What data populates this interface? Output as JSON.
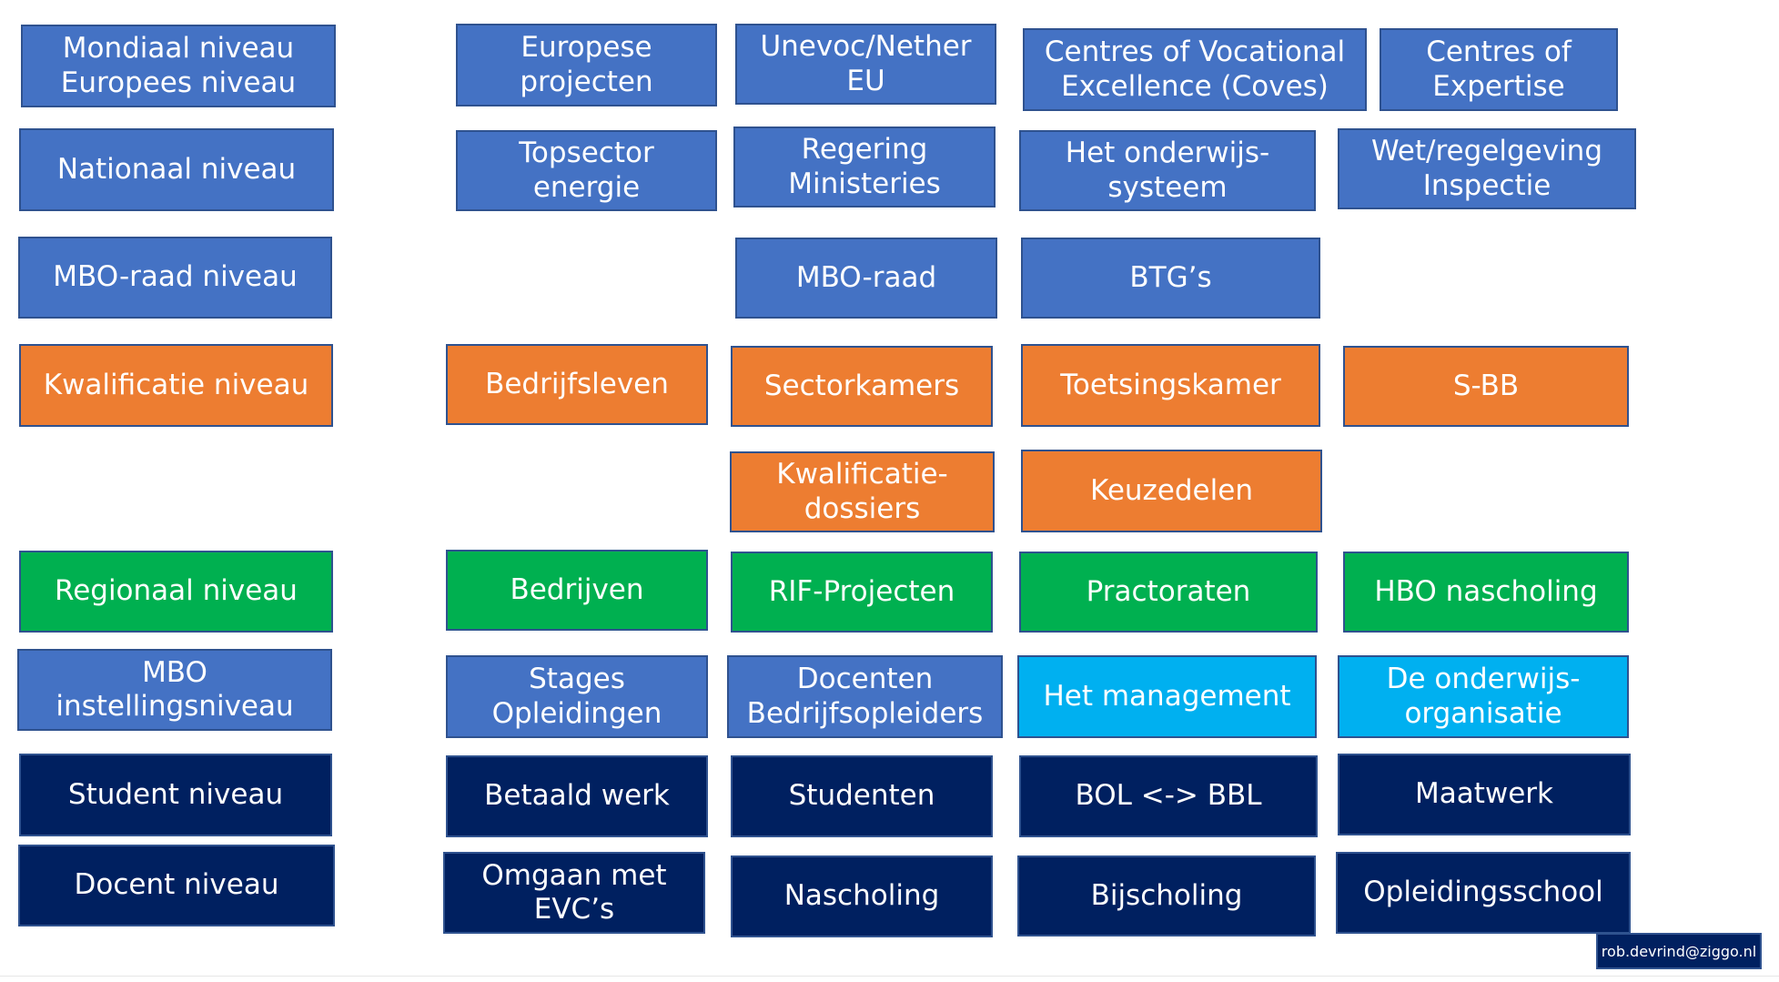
{
  "colors": {
    "blue": "#4472c4",
    "orange": "#ed7d31",
    "green": "#00b050",
    "cyan": "#00b0f0",
    "navy": "#002060",
    "border": "#2f528f"
  },
  "levels": {
    "mondiaal": "Mondiaal niveau\nEuropees niveau",
    "nationaal": "Nationaal niveau",
    "mboraad": "MBO-raad niveau",
    "kwalificatie": "Kwalificatie niveau",
    "regionaal": "Regionaal niveau",
    "instelling": "MBO\ninstellingsniveau",
    "student": "Student niveau",
    "docent": "Docent niveau"
  },
  "row1": {
    "europese_projecten": "Europese\nprojecten",
    "unevoc": "Unevoc/Nether\nEU",
    "coves": "Centres of Vocational\nExcellence (Coves)",
    "expertise": "Centres of\nExpertise"
  },
  "row2": {
    "topsector": "Topsector\nenergie",
    "regering": "Regering\nMinisteries",
    "onderwijssysteem": "Het onderwijs-\nsysteem",
    "wetregelgeving": "Wet/regelgeving\nInspectie"
  },
  "row3": {
    "mboraad": "MBO-raad",
    "btgs": "BTG’s"
  },
  "row4": {
    "bedrijfsleven": "Bedrijfsleven",
    "sectorkamers": "Sectorkamers",
    "toetsingskamer": "Toetsingskamer",
    "sbb": "S-BB"
  },
  "row5": {
    "kwalificatiedossiers": "Kwalificatie-\ndossiers",
    "keuzedelen": "Keuzedelen"
  },
  "row6": {
    "bedrijven": "Bedrijven",
    "rif": "RIF-Projecten",
    "practoraten": "Practoraten",
    "hbo": "HBO nascholing"
  },
  "row7": {
    "stages": "Stages\nOpleidingen",
    "docenten": "Docenten\nBedrijfsopleiders",
    "management": "Het management",
    "onderwijsorganisatie": "De onderwijs-\norganisatie"
  },
  "row8": {
    "betaaldwerk": "Betaald werk",
    "studenten": "Studenten",
    "bolbbl": "BOL <-> BBL",
    "maatwerk": "Maatwerk"
  },
  "row9": {
    "evc": "Omgaan met\nEVC’s",
    "nascholing": "Nascholing",
    "bijscholing": "Bijscholing",
    "opleidingsschool": "Opleidingsschool"
  },
  "footer": {
    "email": "rob.devrind@ziggo.nl"
  }
}
